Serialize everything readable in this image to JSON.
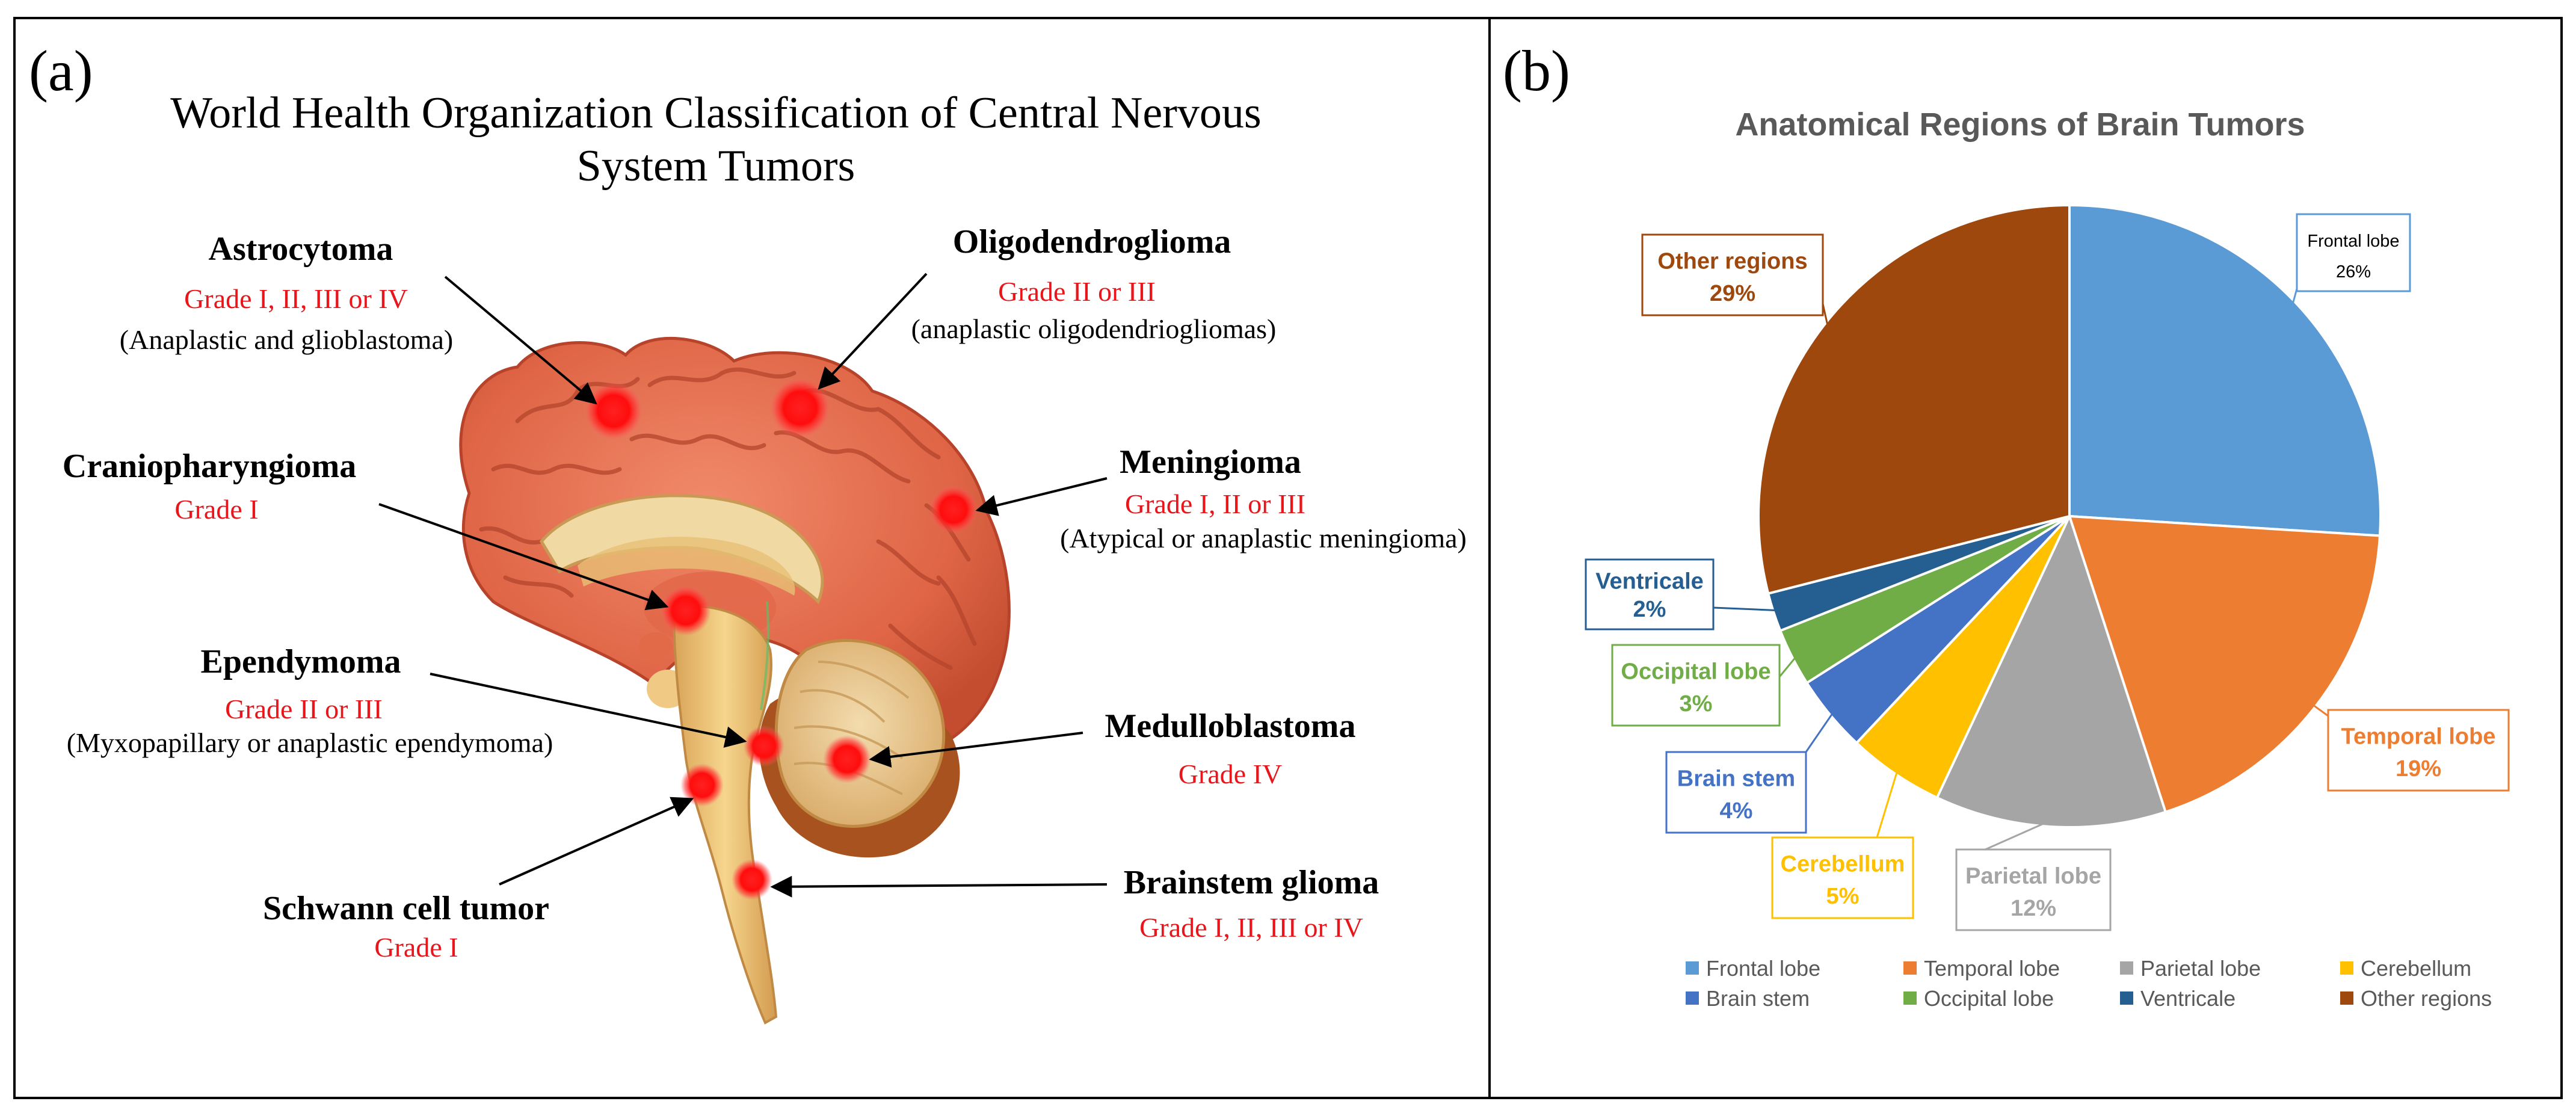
{
  "panel_a": {
    "label": "(a)",
    "title_line1": "World Health Organization Classification of Central Nervous",
    "title_line2": "System Tumors",
    "tumors": {
      "astrocytoma": {
        "name": "Astrocytoma",
        "grade": "Grade I, II, III or IV",
        "note": "(Anaplastic and glioblastoma)"
      },
      "oligo": {
        "name": "Oligodendroglioma",
        "grade": "Grade II or III",
        "note": "(anaplastic oligodendriogliomas)"
      },
      "cranio": {
        "name": "Craniopharyngioma",
        "grade": "Grade I"
      },
      "meningioma": {
        "name": "Meningioma",
        "grade": "Grade I, II or III",
        "note": "(Atypical or anaplastic meningioma)"
      },
      "ependymoma": {
        "name": "Ependymoma",
        "grade": "Grade II or III",
        "note": "(Myxopapillary or anaplastic ependymoma)"
      },
      "medullo": {
        "name": "Medulloblastoma",
        "grade": "Grade IV"
      },
      "schwann": {
        "name": "Schwann cell tumor",
        "grade": "Grade I"
      },
      "brainstem": {
        "name": "Brainstem glioma",
        "grade": "Grade I, II, III or IV"
      }
    },
    "colors": {
      "grade_text": "#e8161b",
      "tumor_dot": "#ff1a1a",
      "cortex": "#e2694a",
      "cerebellum": "#e7c88c",
      "brainstem": "#efc777"
    }
  },
  "panel_b": {
    "label": "(b)",
    "chart_data": {
      "type": "pie",
      "title": "Anatomical Regions of Brain Tumors",
      "categories": [
        "Frontal lobe",
        "Temporal lobe",
        "Parietal lobe",
        "Cerebellum",
        "Brain stem",
        "Occipital lobe",
        "Ventricale",
        "Other regions"
      ],
      "values": [
        26,
        19,
        12,
        5,
        4,
        3,
        2,
        29
      ],
      "value_labels": [
        "26%",
        "19%",
        "12%",
        "5%",
        "4%",
        "3%",
        "2%",
        "29%"
      ],
      "colors": [
        "#5b9bd5",
        "#ed7d31",
        "#a5a5a5",
        "#ffc000",
        "#4472c4",
        "#70ad47",
        "#255e91",
        "#9e480e"
      ],
      "legend_position": "bottom"
    }
  }
}
